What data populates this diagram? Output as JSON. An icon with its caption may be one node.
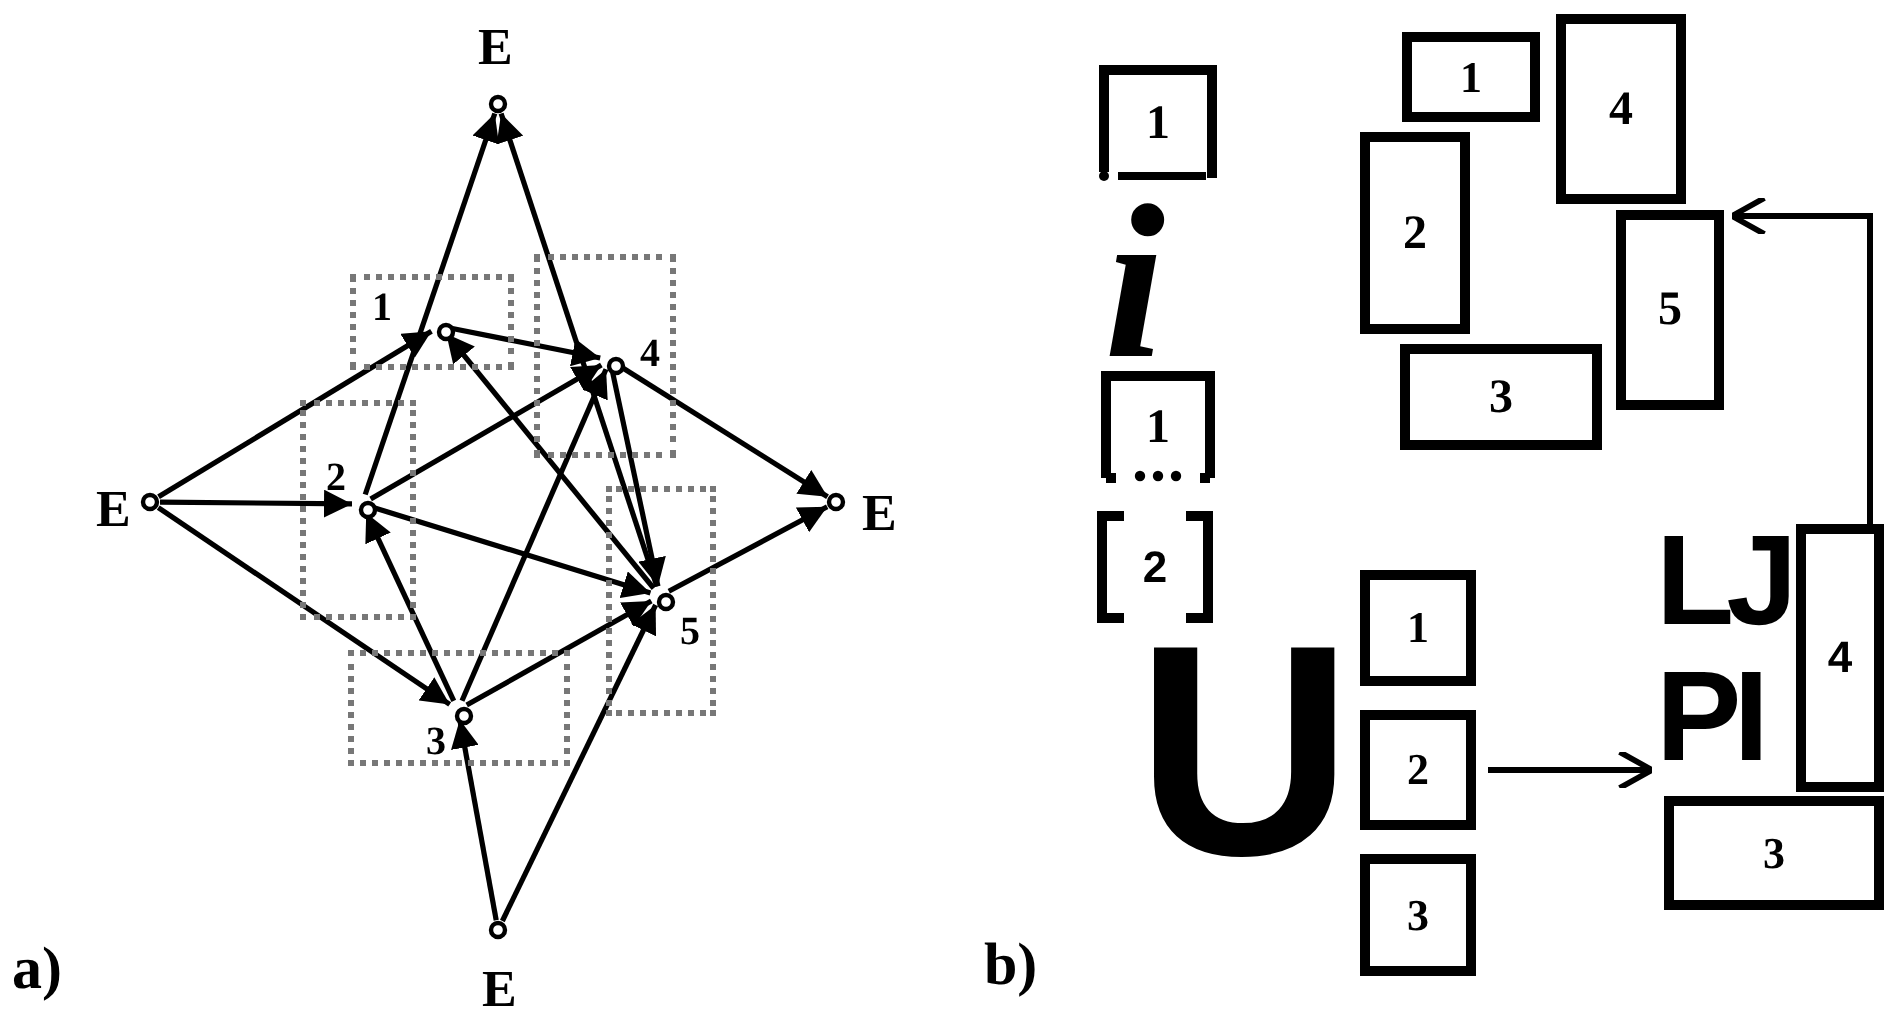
{
  "diagram": {
    "nodes": [
      {
        "text": [],
        "shape": "circle",
        "beside": [
          "E"
        ]
      },
      {
        "text": [],
        "shape": "circle",
        "beside": [
          "E"
        ]
      },
      {
        "text": [],
        "shape": "circle",
        "beside": [
          "E"
        ]
      },
      {
        "text": [],
        "shape": "circle",
        "beside": [
          "E"
        ]
      },
      {
        "text": [
          "1"
        ]
      },
      {
        "text": [],
        "shape": "circle",
        "in": 4
      },
      {
        "text": [
          "4"
        ]
      },
      {
        "text": [],
        "shape": "circle",
        "in": 6
      },
      {
        "text": [
          "2"
        ]
      },
      {
        "text": [],
        "shape": "circle",
        "in": 8
      },
      {
        "text": [
          "5"
        ]
      },
      {
        "text": [],
        "shape": "circle",
        "in": 10
      },
      {
        "text": [
          "3"
        ]
      },
      {
        "text": [],
        "shape": "circle",
        "in": 12
      },
      {
        "text": [
          "1"
        ]
      },
      {
        "text": [
          "1"
        ]
      },
      {
        "text": [
          "2"
        ]
      },
      {
        "text": [
          "1"
        ]
      },
      {
        "text": [
          "4"
        ]
      },
      {
        "text": [
          "2"
        ]
      },
      {
        "text": [
          "5"
        ]
      },
      {
        "text": [
          "3"
        ]
      },
      {
        "text": [
          "1"
        ]
      },
      {
        "text": [
          "2"
        ]
      },
      {
        "text": [
          "3"
        ]
      },
      {
        "text": [
          "LJ",
          "PI"
        ]
      },
      {
        "text": [
          "4"
        ]
      },
      {
        "text": [
          "3"
        ]
      }
    ],
    "edges": [
      {
        "from": 1,
        "to": 9,
        "arrow": "to"
      },
      {
        "from": 1,
        "to": 5,
        "arrow": "to"
      },
      {
        "from": 1,
        "to": 13,
        "arrow": "to"
      },
      {
        "from": 9,
        "to": 0,
        "arrow": "to"
      },
      {
        "from": 11,
        "to": 0,
        "arrow": "to"
      },
      {
        "from": 5,
        "to": 7,
        "arrow": "to"
      },
      {
        "from": 11,
        "to": 5,
        "arrow": "to"
      },
      {
        "from": 9,
        "to": 7,
        "arrow": "to"
      },
      {
        "from": 13,
        "to": 7,
        "arrow": "to"
      },
      {
        "from": 7,
        "to": 2,
        "arrow": "to"
      },
      {
        "from": 11,
        "to": 2,
        "arrow": "to"
      },
      {
        "from": 9,
        "to": 11,
        "arrow": "to"
      },
      {
        "from": 13,
        "to": 9,
        "arrow": "to"
      },
      {
        "from": 13,
        "to": 11,
        "arrow": "to"
      },
      {
        "from": 3,
        "to": 13,
        "arrow": "to"
      },
      {
        "from": 3,
        "to": 11,
        "arrow": "to"
      },
      {
        "from": 7,
        "to": 11,
        "arrow": "to"
      },
      {
        "from": 23,
        "to": 25,
        "arrow": "to"
      },
      {
        "from": 26,
        "to": 20,
        "arrow": "to"
      }
    ],
    "labels": [
      "a)",
      "b)",
      "i",
      "U"
    ]
  }
}
